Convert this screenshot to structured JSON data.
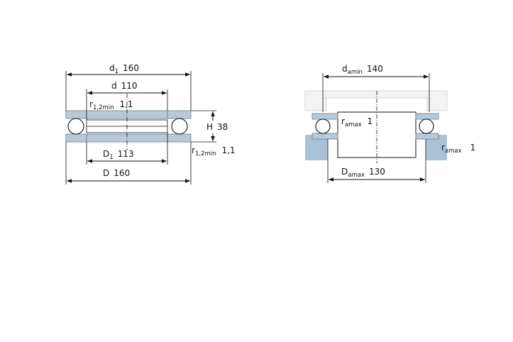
{
  "left_drawing": {
    "d1": {
      "symbol": "d",
      "subscript": "1",
      "value": "160"
    },
    "d": {
      "symbol": "d",
      "value": "110"
    },
    "r_top": {
      "symbol": "r",
      "subscript": "1,2min",
      "value": "1,1"
    },
    "H": {
      "symbol": "H",
      "value": "38"
    },
    "D1": {
      "symbol": "D",
      "subscript": "1",
      "value": "113"
    },
    "r_bottom": {
      "symbol": "r",
      "subscript": "1,2min",
      "value": "1,1"
    },
    "D": {
      "symbol": "D",
      "value": "160"
    }
  },
  "right_drawing": {
    "da_min": {
      "symbol": "d",
      "subscript": "amin",
      "value": "140"
    },
    "ra_max_inner": {
      "symbol": "r",
      "subscript": "amax",
      "value": "1"
    },
    "ra_max_outer": {
      "symbol": "r",
      "subscript": "amax",
      "value": "1"
    },
    "Da_max": {
      "symbol": "D",
      "subscript": "amax",
      "value": "130"
    }
  }
}
